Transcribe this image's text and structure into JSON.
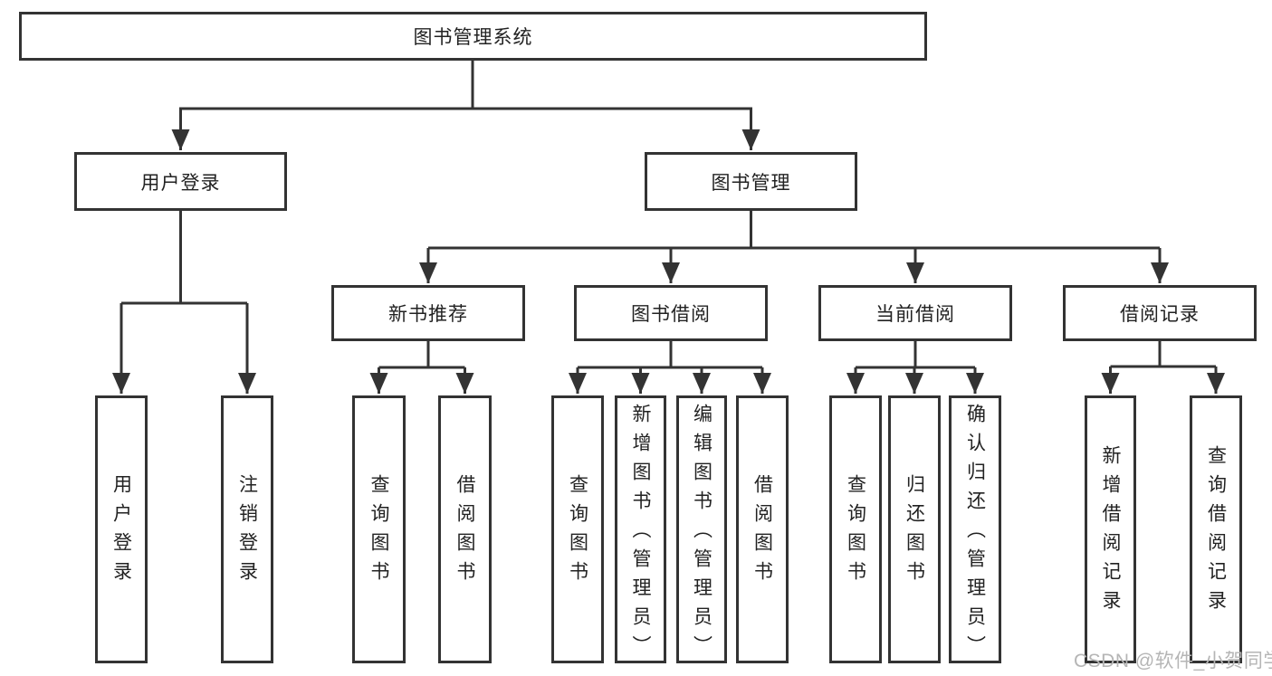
{
  "diagram_type": "functional-structure-tree",
  "tree": {
    "label": "图书管理系统",
    "children": [
      {
        "label": "用户登录",
        "children": [
          {
            "label": "用户登录"
          },
          {
            "label": "注销登录"
          }
        ]
      },
      {
        "label": "图书管理",
        "children": [
          {
            "label": "新书推荐",
            "children": [
              {
                "label": "查询图书"
              },
              {
                "label": "借阅图书"
              }
            ]
          },
          {
            "label": "图书借阅",
            "children": [
              {
                "label": "查询图书"
              },
              {
                "label": "新增图书（管理员）"
              },
              {
                "label": "编辑图书（管理员）"
              },
              {
                "label": "借阅图书"
              }
            ]
          },
          {
            "label": "当前借阅",
            "children": [
              {
                "label": "查询图书"
              },
              {
                "label": "归还图书"
              },
              {
                "label": "确认归还（管理员）"
              }
            ]
          },
          {
            "label": "借阅记录",
            "children": [
              {
                "label": "新增借阅记录"
              },
              {
                "label": "查询借阅记录"
              }
            ]
          }
        ]
      }
    ]
  },
  "watermark": {
    "text": "CSDN @软件_小贺同学"
  },
  "colors": {
    "line": "#333333",
    "box_border": "#333333",
    "text": "#222222",
    "watermark": "#b5b5b5",
    "background": "#ffffff"
  }
}
